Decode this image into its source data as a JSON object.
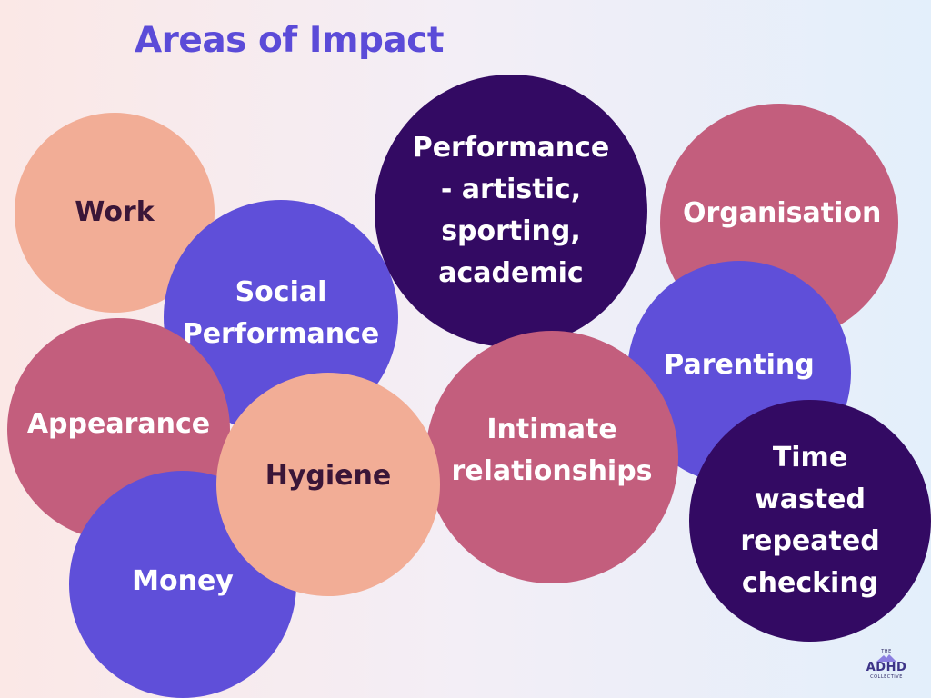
{
  "title": "Areas of Impact",
  "colors": {
    "salmon": "#f2ad96",
    "periwinkle": "#5f4fd9",
    "rose": "#c35e7d",
    "deep_purple": "#330a63",
    "title": "#5b4bd8",
    "dark_text": "#3a1638",
    "light_text": "#ffffff"
  },
  "areas": [
    {
      "key": "work",
      "label": "Work"
    },
    {
      "key": "organisation",
      "label": "Organisation"
    },
    {
      "key": "performance",
      "label": "Performance\n- artistic,\nsporting,\nacademic"
    },
    {
      "key": "social",
      "label": "Social\nPerformance"
    },
    {
      "key": "appearance",
      "label": "Appearance"
    },
    {
      "key": "money",
      "label": "Money"
    },
    {
      "key": "parenting",
      "label": "Parenting"
    },
    {
      "key": "time",
      "label": "Time\nwasted\nrepeated\nchecking"
    },
    {
      "key": "intimate",
      "label": "Intimate\nrelationships"
    },
    {
      "key": "hygiene",
      "label": "Hygiene"
    }
  ],
  "logo": {
    "top": "THE",
    "main": "ADHD",
    "bottom": "COLLECTIVE"
  }
}
